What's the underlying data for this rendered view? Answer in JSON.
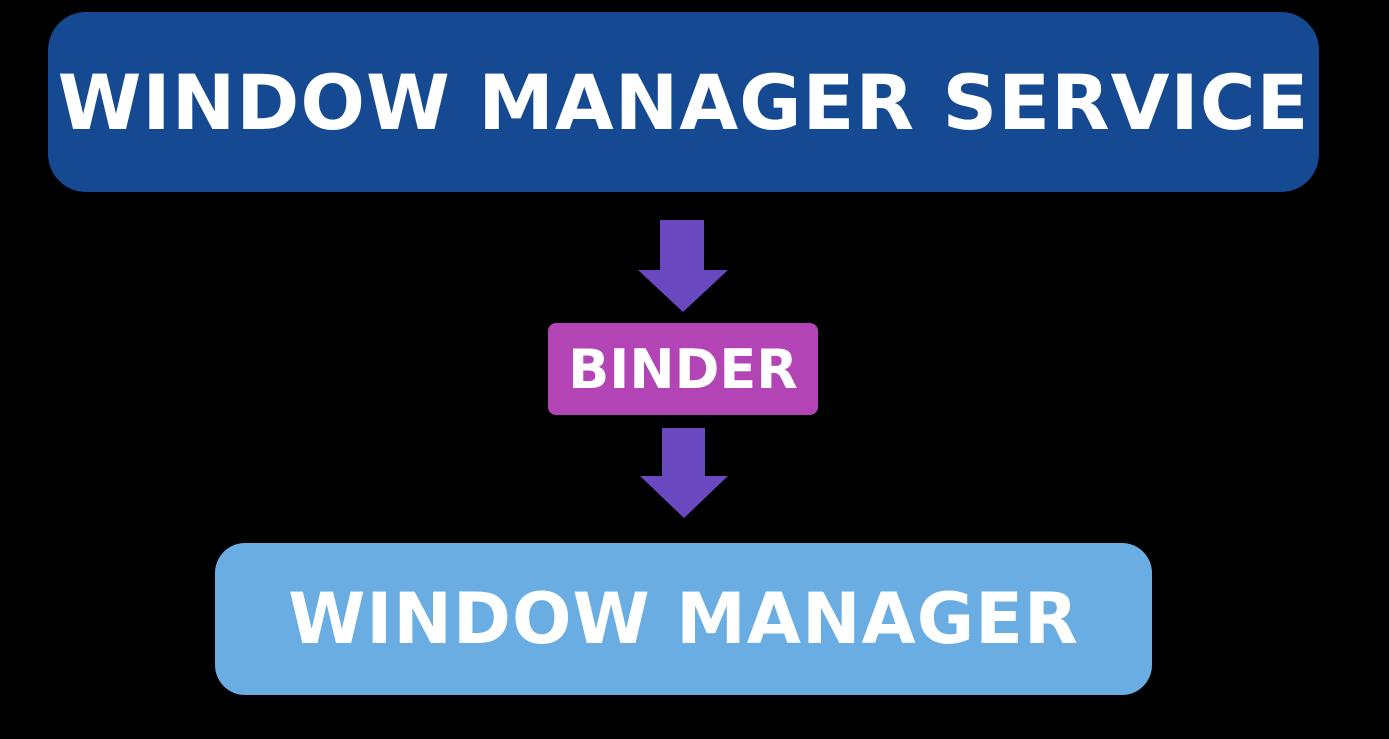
{
  "diagram": {
    "nodes": [
      {
        "id": "wms",
        "label": "WINDOW MANAGER SERVICE",
        "color": "#154a92"
      },
      {
        "id": "binder",
        "label": "BINDER",
        "color": "#b244b6"
      },
      {
        "id": "wm",
        "label": "WINDOW MANAGER",
        "color": "#69ade2"
      }
    ],
    "arrows": [
      {
        "from": "wms",
        "to": "binder",
        "icon": "arrow-down-icon",
        "color": "#6a48c0"
      },
      {
        "from": "binder",
        "to": "wm",
        "icon": "arrow-down-icon",
        "color": "#6a48c0"
      }
    ]
  }
}
